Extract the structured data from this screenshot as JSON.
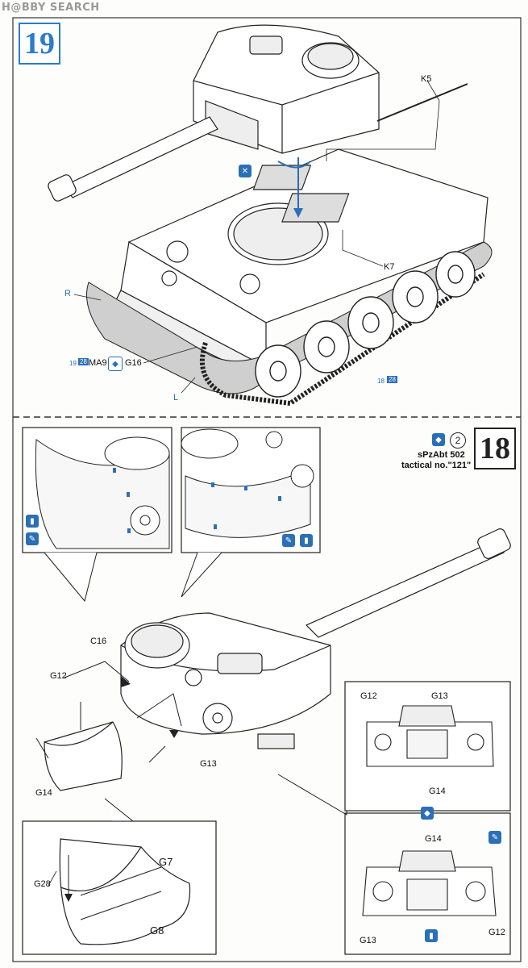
{
  "watermark": "H@BBY SEARCH",
  "step19": {
    "number": "19",
    "labels": {
      "k5": "K5",
      "k7": "K7",
      "r": "R",
      "l": "L",
      "ma9": "MA9",
      "g16": "G16",
      "ref_left_a": "19",
      "ref_left_b": "28",
      "ref_right_a": "18",
      "ref_right_b": "28"
    }
  },
  "step18": {
    "number": "18",
    "marking_number": "2",
    "unit": "sPzAbt 502",
    "tactical": "tactical no.\"121\"",
    "labels": {
      "c16": "C16",
      "g12": "G12",
      "g13": "G13",
      "g14": "G14",
      "g7": "G7",
      "g8": "G8",
      "g28": "G28"
    },
    "inset_top": {
      "g12": "G12",
      "g13": "G13",
      "g14": "G14"
    },
    "inset_bottom": {
      "g14": "G14",
      "g13": "G13",
      "g12": "G12"
    }
  },
  "icons": [
    "rotate-icon",
    "glue-icon",
    "paint-icon",
    "decal-icon"
  ]
}
